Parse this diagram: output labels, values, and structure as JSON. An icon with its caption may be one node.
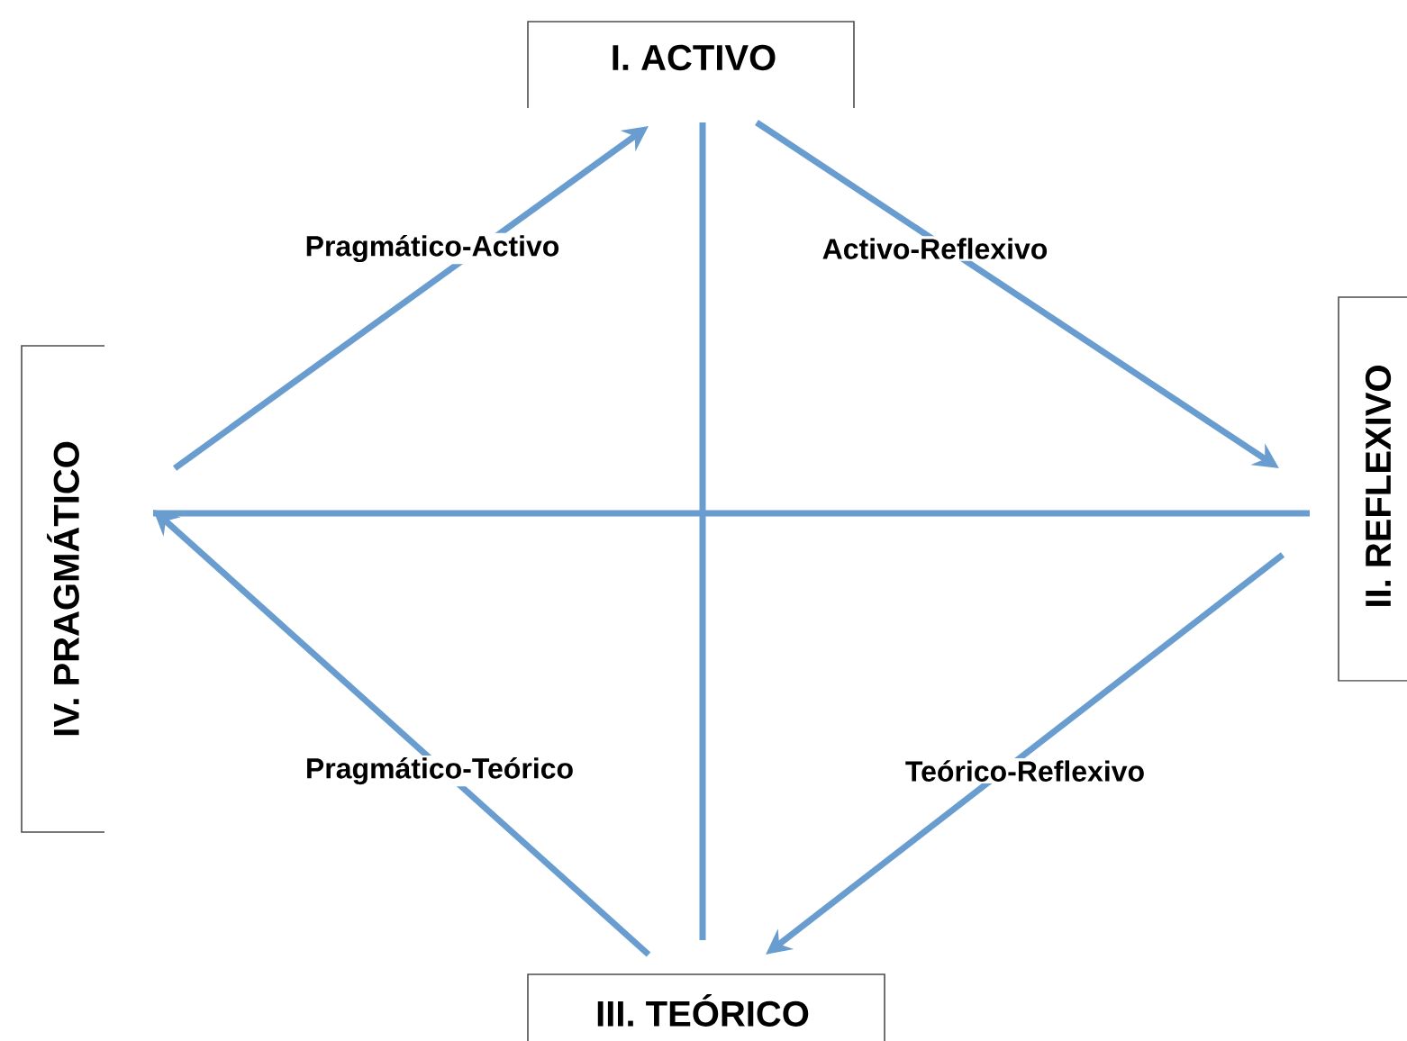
{
  "diagram": {
    "nodes": [
      {
        "text": [
          "I. ACTIVO"
        ]
      },
      {
        "text": [
          "II. REFLEXIVO"
        ]
      },
      {
        "text": [
          "III. TEÓRICO"
        ]
      },
      {
        "text": [
          "IV.  PRAGMÁTICO"
        ]
      }
    ],
    "edges": [
      {
        "from": 3,
        "to": 0,
        "arrow": "to",
        "label": "Pragmático-Activo"
      },
      {
        "from": 0,
        "to": 1,
        "arrow": "to",
        "label": "Activo-Reflexivo"
      },
      {
        "from": 1,
        "to": 2,
        "arrow": "to",
        "label": "Teórico-Reflexivo"
      },
      {
        "from": 2,
        "to": 3,
        "arrow": "to",
        "label": "Pragmático-Teórico"
      }
    ]
  }
}
